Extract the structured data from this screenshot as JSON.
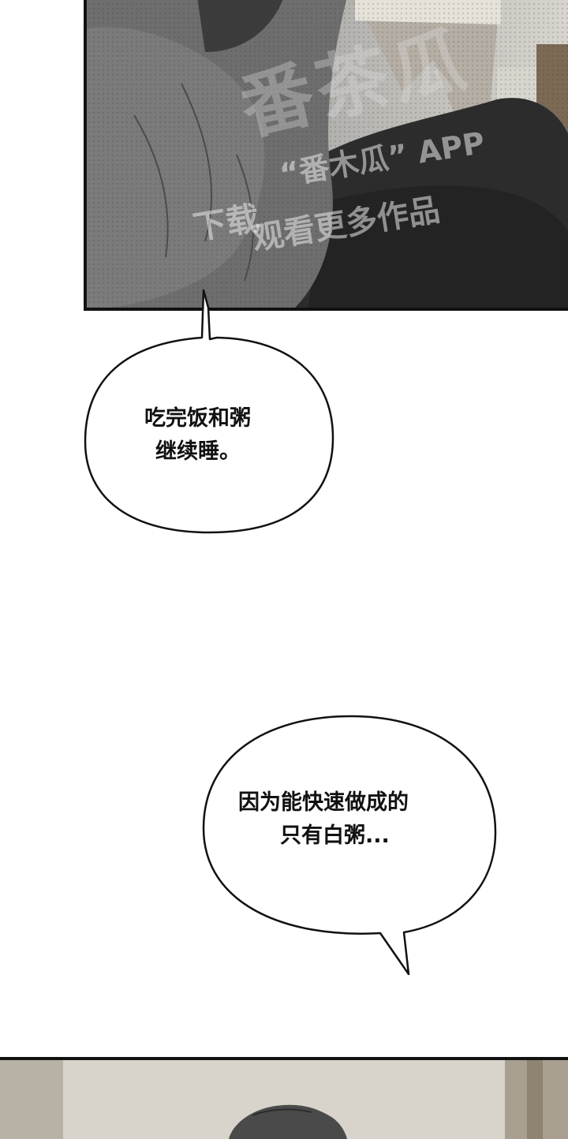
{
  "panels": [
    {
      "watermark": {
        "logo": "番茶瓜",
        "line1": "“番木瓜” APP",
        "line2": "下载",
        "line3": "观看更多作品"
      }
    }
  ],
  "bubbles": [
    {
      "lines": [
        "吃完饭和粥",
        "继续睡。"
      ]
    },
    {
      "lines": [
        "因为能快速做成的",
        "只有白粥..."
      ]
    }
  ],
  "colors": {
    "panel_border": "#111111",
    "panel_dark": "#3a3a3a",
    "panel_mid": "#6d6d6d",
    "panel_light": "#c8c4bc",
    "bubble_fill": "#ffffff",
    "bubble_stroke": "#111111"
  }
}
